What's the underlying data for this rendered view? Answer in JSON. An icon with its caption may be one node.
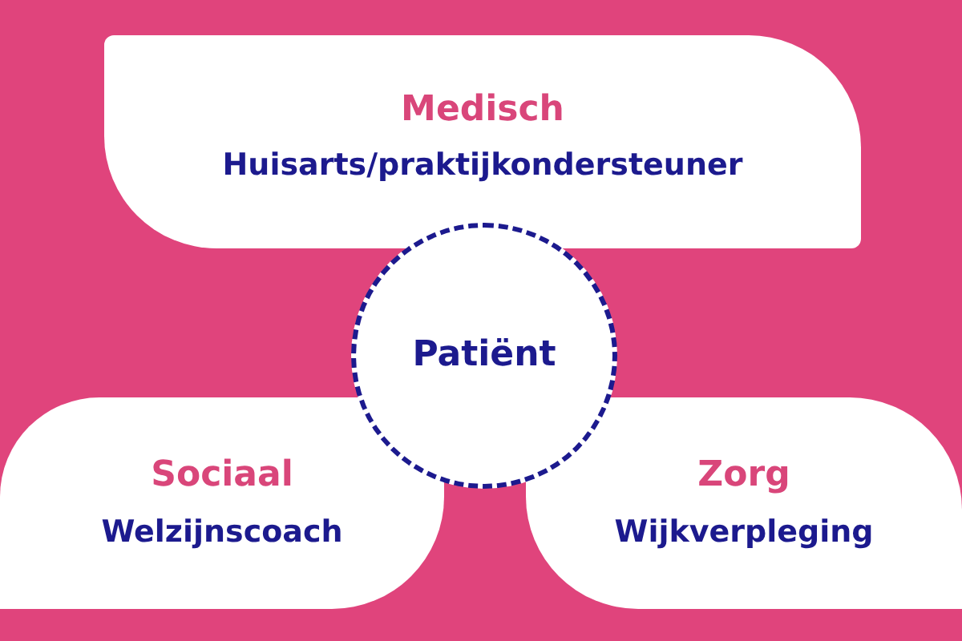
{
  "diagram": {
    "nodes": [
      {
        "text": [
          "Medisch",
          "Huisarts/praktijkondersteuner"
        ]
      },
      {
        "text": [
          "Patiënt"
        ]
      },
      {
        "text": [
          "Sociaal",
          "Welzijnscoach"
        ]
      },
      {
        "text": [
          "Zorg",
          "Wijkverpleging"
        ]
      }
    ]
  }
}
